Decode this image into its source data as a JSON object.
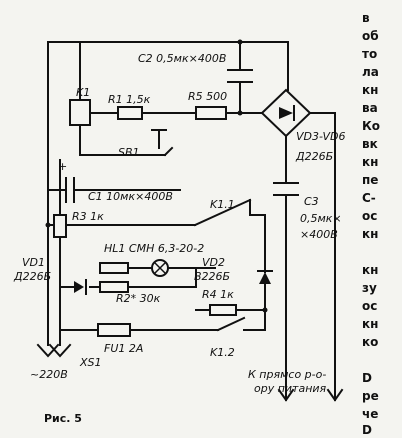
{
  "figure_caption": "Рис. 5",
  "components": {
    "K1": "K1",
    "R1": "R1 1,5к",
    "R5": "R5 500",
    "C2": "C2 0,5мк×400В",
    "SB1": "SB1",
    "C1": "C1 10мк×400В",
    "R3": "R3 1к",
    "K1_1": "K1.1",
    "HL1": "HL1  СМН 6,3-20-2",
    "VD1": "VD1",
    "VD1_type": "Д226Б",
    "R2": "R2* 30к",
    "VD2": "VD2",
    "VD2_type": "В226Б",
    "R4": "R4 1к",
    "FU1": "FU1  2А",
    "XS1": "XS1",
    "K1_2": "K1.2",
    "VD3_VD6": "VD3-VD6",
    "VD3_VD6_type": "Д226Б",
    "C3": "C3",
    "C3_val1": "0,5мк×",
    "C3_val2": "×400В",
    "plus": "+"
  },
  "mains_label": "~220В",
  "source_label_1": "К прямсо р-о-",
  "source_label_2": "ору питания",
  "right_text": [
    "в",
    "об",
    "то",
    "ла",
    "кн",
    "ва",
    "Ко",
    "вк",
    "кн",
    "пе",
    "С-",
    "ос",
    "кн",
    "",
    "кн",
    "зу",
    "ос",
    "кн",
    "ко",
    "",
    "D",
    "ре",
    "че",
    "D"
  ]
}
